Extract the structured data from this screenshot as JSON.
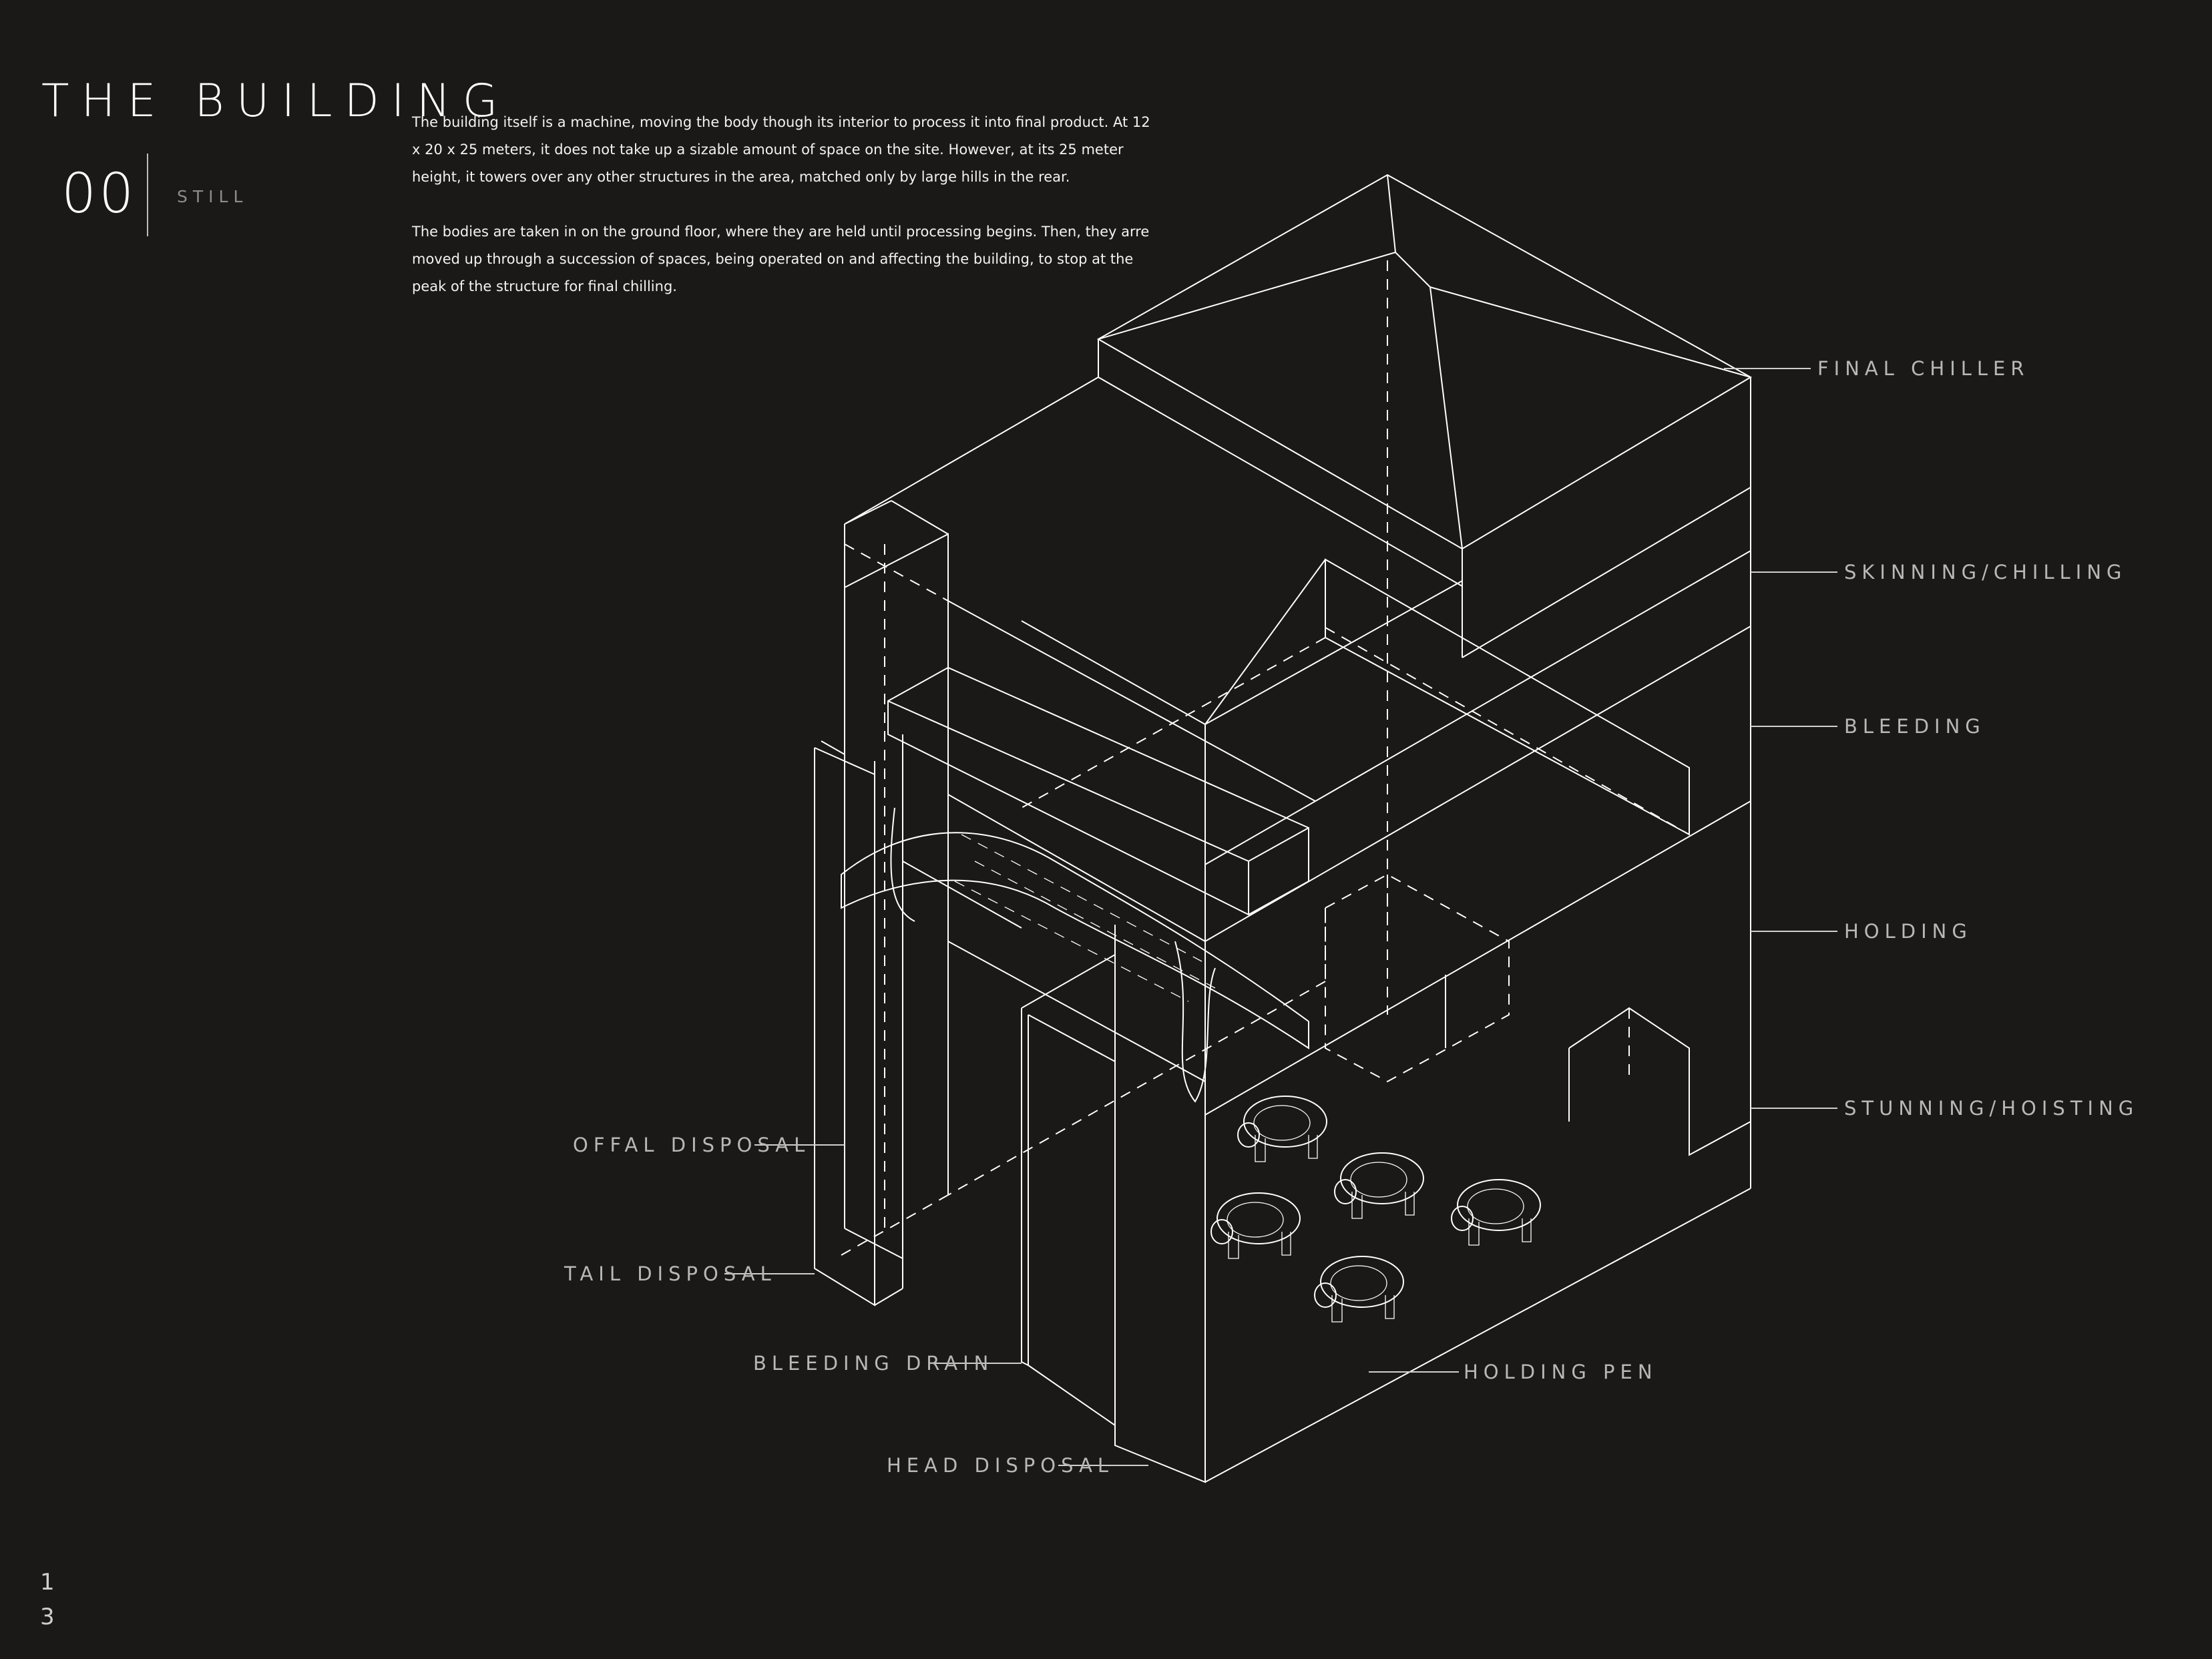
{
  "header": {
    "title": "THE BUILDING",
    "section_number": "00",
    "section_subtitle": "STILL"
  },
  "description": {
    "paragraph_1": "The building itself is a machine, moving the body though its interior to process it into final product. At 12 x 20 x 25 meters, it does not take up a sizable amount of space on the site. However, at its 25 meter height, it towers over any other structures in the area, matched only by large hills in the rear.",
    "paragraph_2": "The bodies are taken in on the ground floor, where they are held until processing begins. Then, they arre moved up through a succession of spaces, being operated on and affecting the building, to stop at the peak of the structure for final chilling."
  },
  "callouts": {
    "final_chiller": "FINAL CHILLER",
    "skinning_chilling": "SKINNING/CHILLING",
    "bleeding": "BLEEDING",
    "holding": "HOLDING",
    "stunning_hoisting": "STUNNING/HOISTING",
    "offal_disposal": "OFFAL DISPOSAL",
    "tail_disposal": "TAIL DISPOSAL",
    "bleeding_drain": "BLEEDING DRAIN",
    "holding_pen": "HOLDING PEN",
    "head_disposal": "HEAD DISPOSAL"
  },
  "page_number": {
    "line_1": "1",
    "line_2": "3"
  },
  "colors": {
    "background": "#1b1918",
    "linework": "#ffffff",
    "label_gray": "#b8b8b8"
  }
}
